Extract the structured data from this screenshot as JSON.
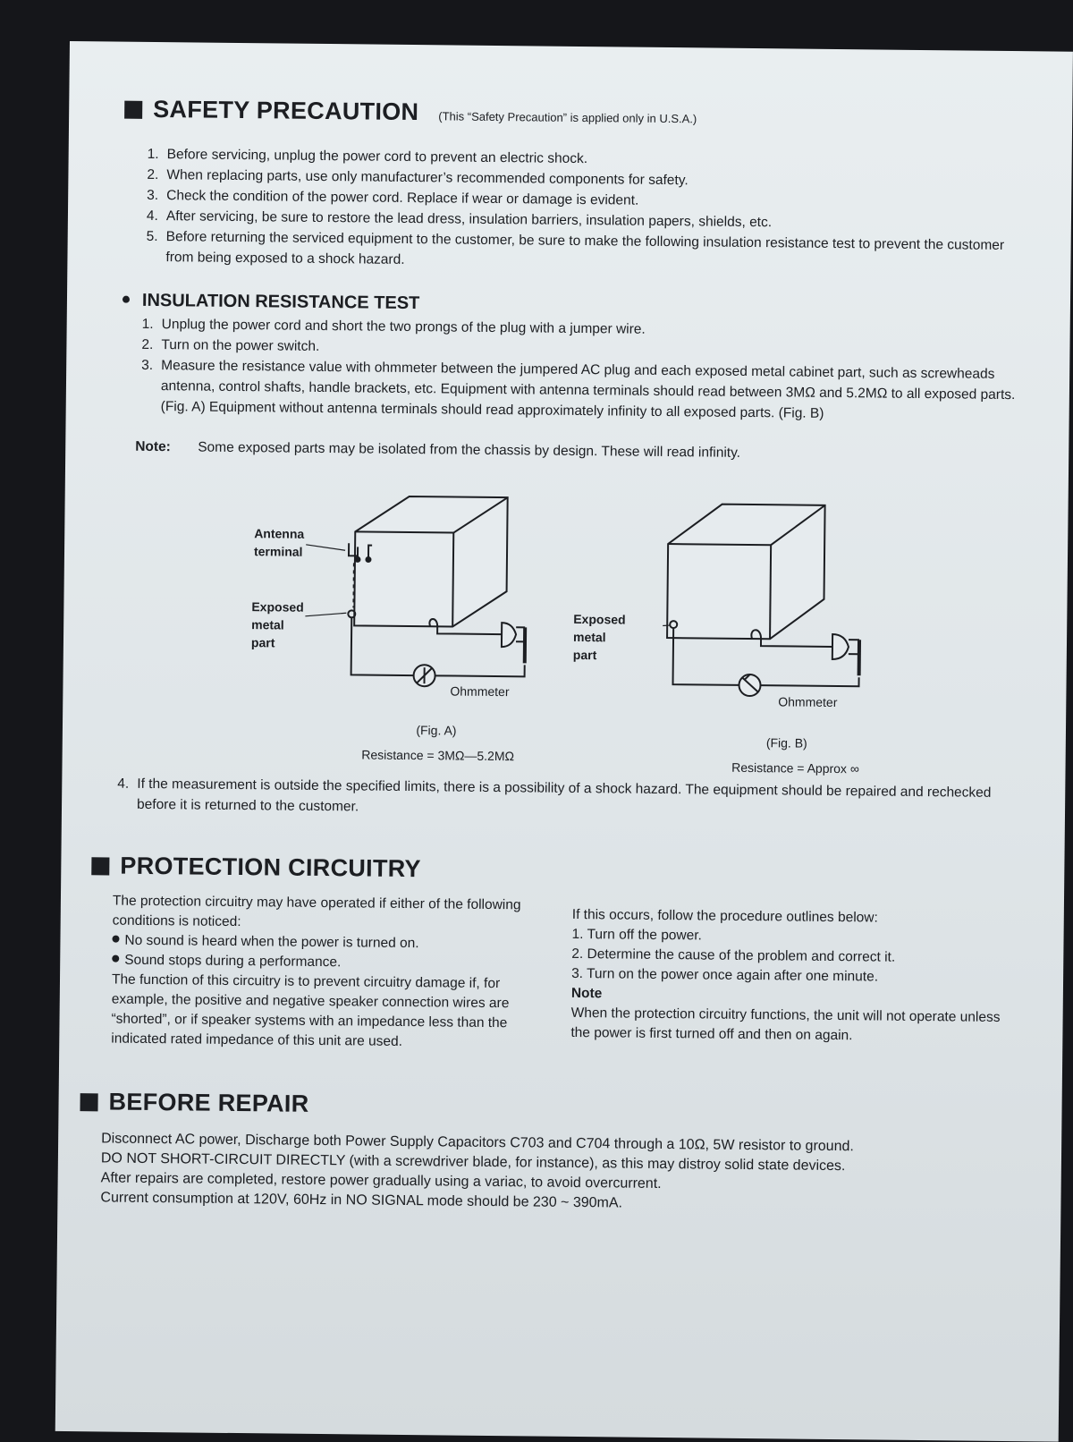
{
  "safety": {
    "title": "SAFETY PRECAUTION",
    "note": "(This “Safety Precaution” is applied only in U.S.A.)",
    "items": [
      {
        "n": "1.",
        "text": "Before servicing, unplug the power cord to prevent an electric shock."
      },
      {
        "n": "2.",
        "text": "When replacing parts, use only manufacturer’s recommended components for safety."
      },
      {
        "n": "3.",
        "text": "Check the condition of the power cord.  Replace if wear or damage is evident."
      },
      {
        "n": "4.",
        "text": "After servicing, be sure to restore the lead dress, insulation barriers, insulation papers, shields, etc."
      },
      {
        "n": "5.",
        "text": "Before returning the serviced equipment to the customer, be sure to make the following insulation resistance test to prevent the customer from being exposed to a shock hazard."
      }
    ]
  },
  "insulation": {
    "title": "INSULATION RESISTANCE TEST",
    "items": [
      {
        "n": "1.",
        "text": "Unplug the power cord and short the two prongs of the plug with a jumper wire."
      },
      {
        "n": "2.",
        "text": "Turn on the power switch."
      },
      {
        "n": "3.",
        "text": "Measure  the resistance value with ohmmeter between the jumpered AC plug and each exposed metal cabinet part, such as screwheads antenna, control shafts, handle brackets, etc.  Equipment with antenna terminals should read between 3MΩ and 5.2MΩ to all exposed parts.  (Fig. A)  Equipment without antenna terminals should read approximately infinity to all exposed parts.  (Fig. B)"
      }
    ],
    "note_label": "Note:",
    "note_text": "Some exposed parts may be isolated from the chassis by design.  These will read infinity.",
    "item4": {
      "n": "4.",
      "text": "If the measurement is outside the specified limits, there is a possibility of a shock hazard.  The equipment should be repaired and rechecked before it is returned to the customer."
    }
  },
  "fig_a": {
    "antenna_1": "Antenna",
    "antenna_2": "terminal",
    "exposed_1": "Exposed",
    "exposed_2": "metal",
    "exposed_3": "part",
    "meter": "Ohmmeter",
    "caption": "(Fig. A)",
    "resistance": "Resistance = 3MΩ—5.2MΩ"
  },
  "fig_b": {
    "exposed_1": "Exposed",
    "exposed_2": "metal",
    "exposed_3": "part",
    "meter": "Ohmmeter",
    "caption": "(Fig. B)",
    "resistance": "Resistance = Approx  ∞"
  },
  "protection": {
    "title": "PROTECTION CIRCUITRY",
    "left_intro": "The protection circuitry may have operated if either of the following conditions is noticed:",
    "bullets": [
      "No sound is heard when the power is turned on.",
      "Sound stops during a performance."
    ],
    "left_body": "The function of this circuitry is to prevent circuitry damage if, for example, the positive and negative speaker connection wires are “shorted”, or if speaker systems with an impedance less than the indicated rated impedance of this unit are used.",
    "right_intro": "If this occurs, follow the procedure outlines below:",
    "steps": [
      "1. Turn off the power.",
      "2. Determine the cause of the problem and correct it.",
      "3. Turn on the power once again after one minute."
    ],
    "note_title": "Note",
    "note_body": "When the protection circuitry functions, the unit will not operate unless the power is first turned off and then on again."
  },
  "before_repair": {
    "title": "BEFORE REPAIR",
    "lines": [
      "Disconnect AC power, Discharge both Power Supply Capacitors C703 and C704 through a 10Ω, 5W resistor to ground.",
      "DO NOT SHORT-CIRCUIT DIRECTLY (with a screwdriver blade, for instance), as this may distroy solid state devices.",
      "After repairs are completed, restore power gradually using a variac, to avoid overcurrent.",
      "Current consumption at 120V, 60Hz in NO  SIGNAL  mode should be 230 ~ 390mA."
    ]
  }
}
